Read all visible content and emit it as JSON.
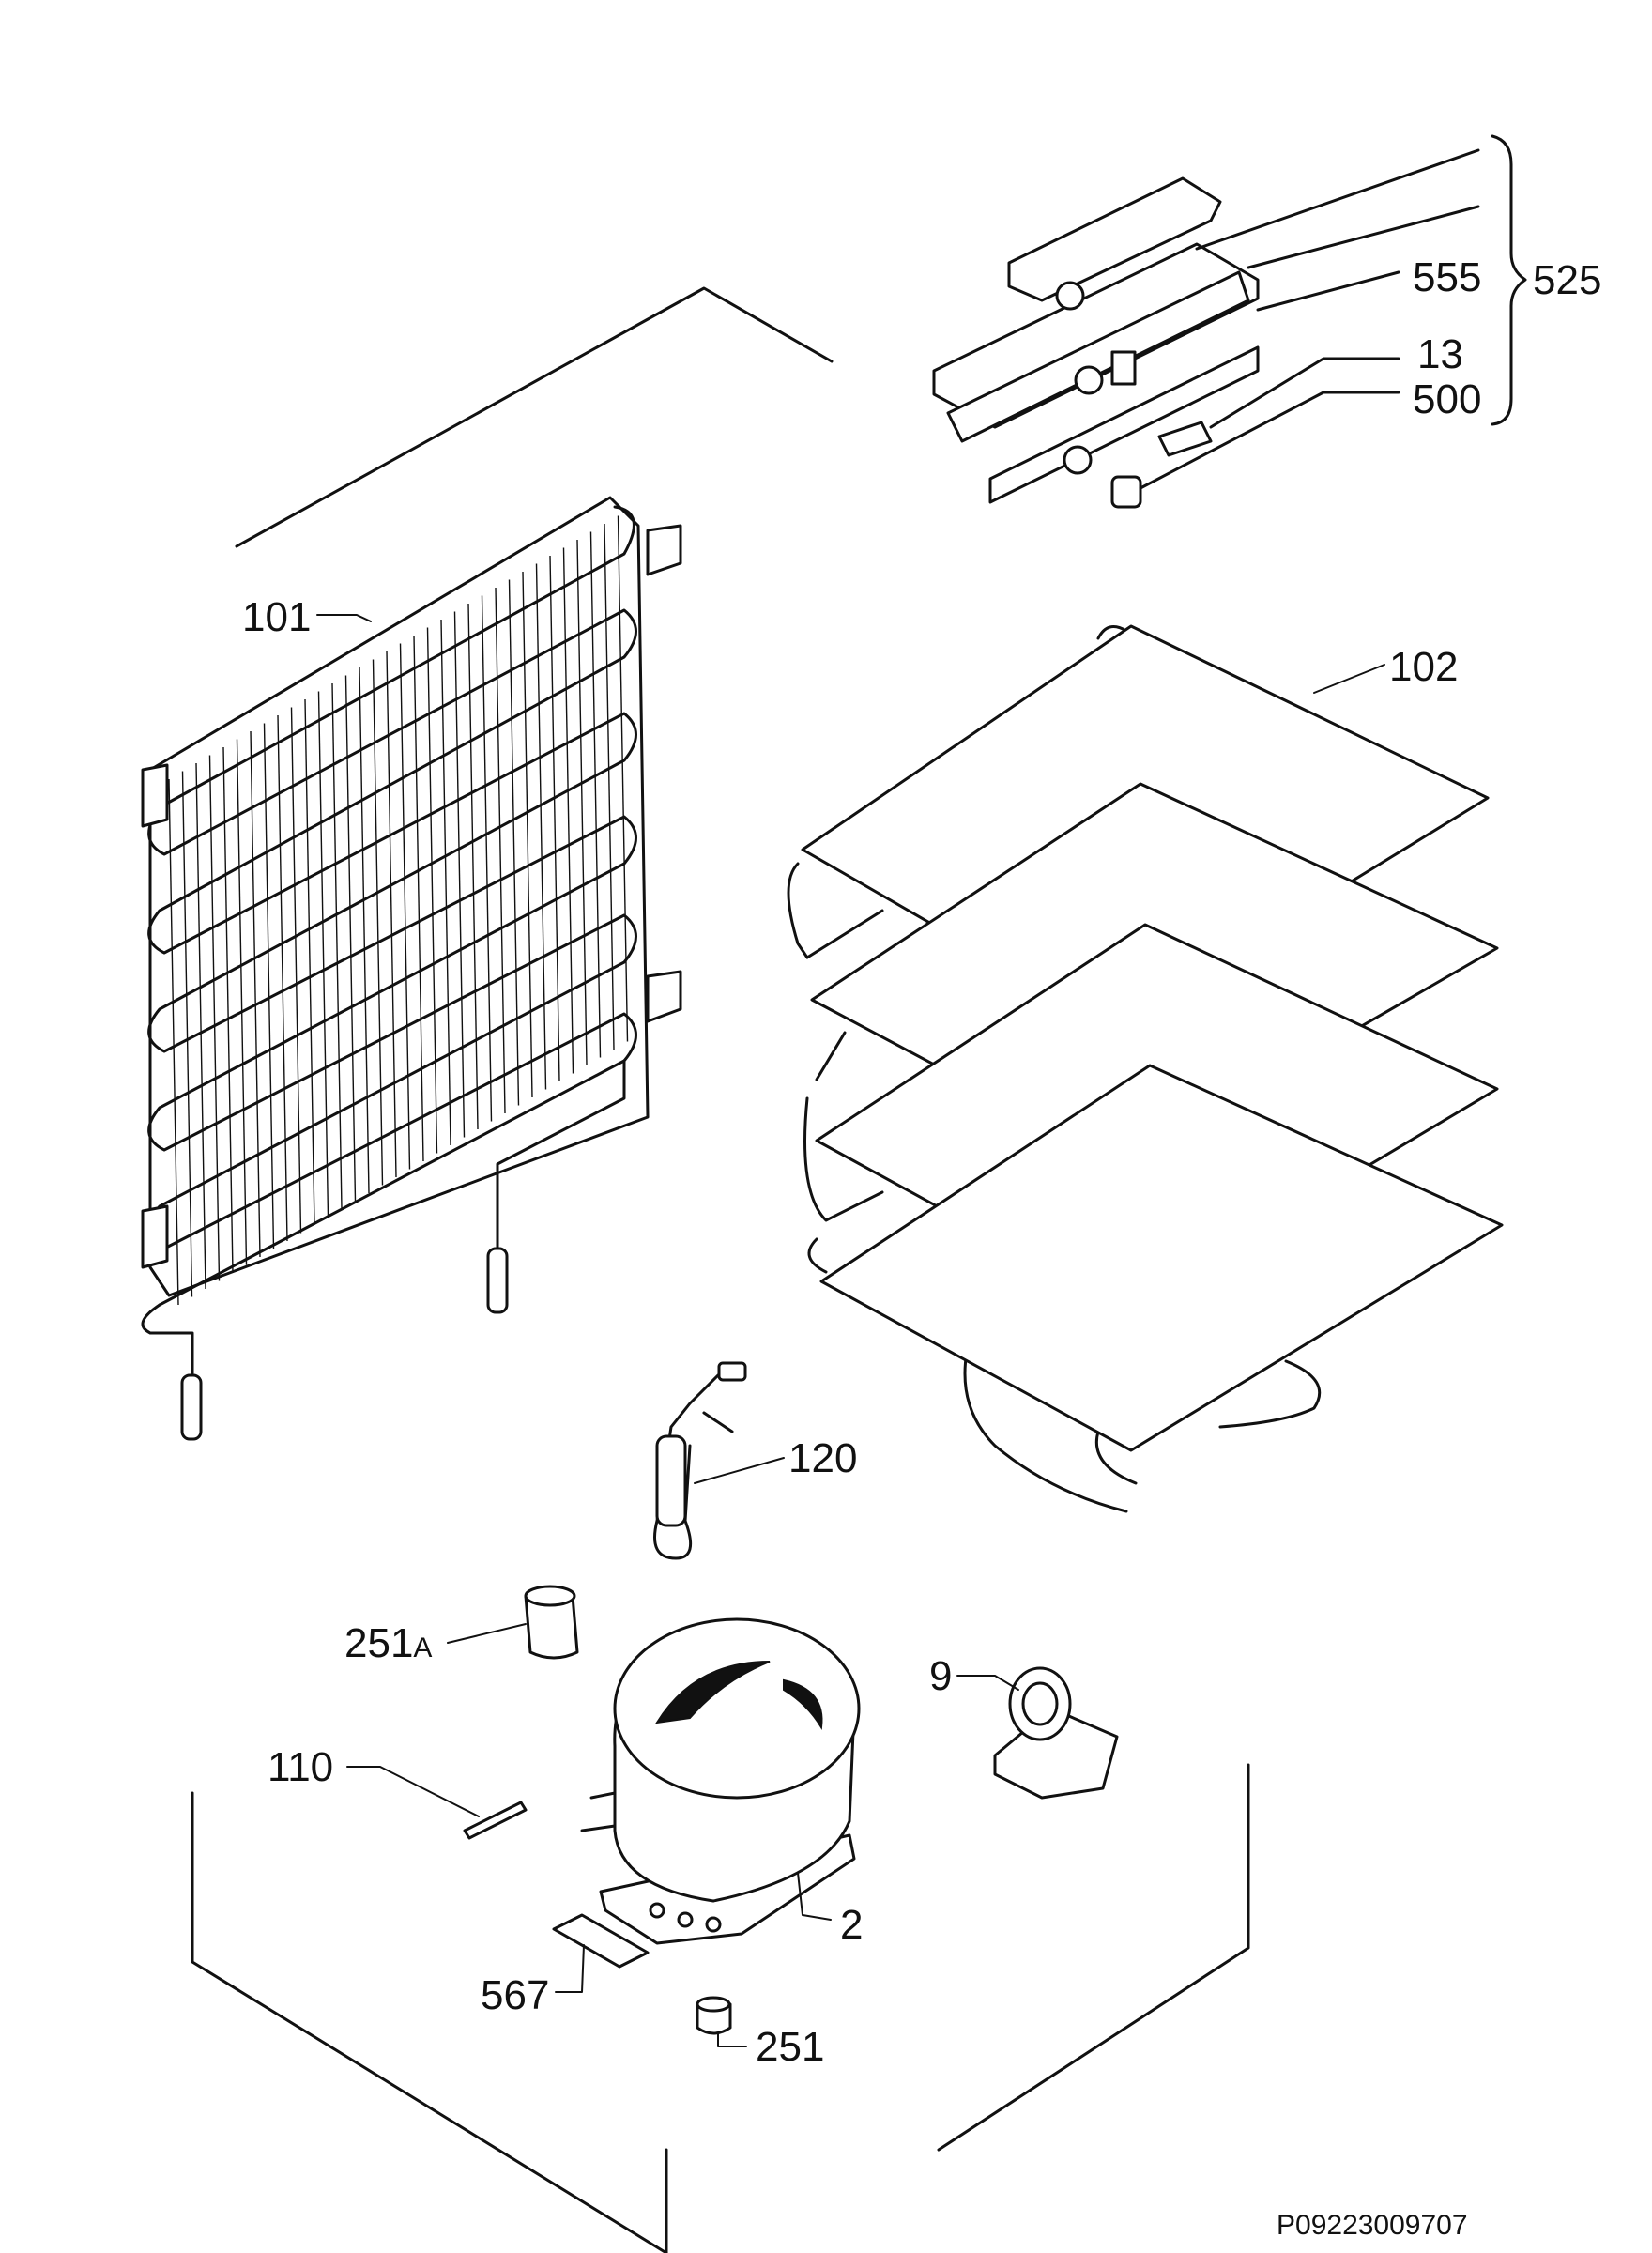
{
  "labels": {
    "l101": "101",
    "l102": "102",
    "l555": "555",
    "l13": "13",
    "l500": "500",
    "l525": "525",
    "l120": "120",
    "l251A_num": "251",
    "l251A_suffix": "A",
    "l9": "9",
    "l110": "110",
    "l2": "2",
    "l567": "567",
    "l251": "251"
  },
  "footer": {
    "code": "P09223009707"
  },
  "colors": {
    "line": "#111111",
    "background": "#ffffff"
  }
}
